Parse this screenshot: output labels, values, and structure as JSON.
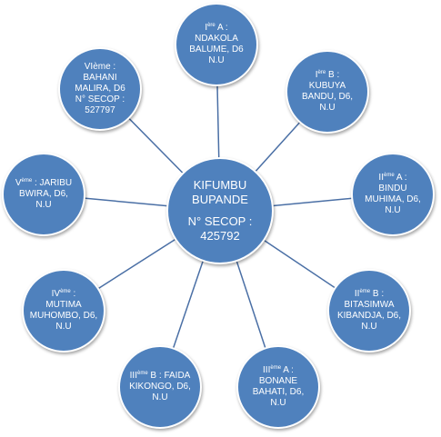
{
  "center": {
    "lines": [
      "KIFUMBU",
      "BUPANDE"
    ],
    "lines2": [
      "N° SECOP :",
      "425792"
    ]
  },
  "nodes": [
    {
      "id": "ia",
      "prefix": "I",
      "sup": "ère",
      "rest": " A :",
      "lines": [
        "NDAKOLA",
        "BALUME, D6",
        "N.U"
      ]
    },
    {
      "id": "ib",
      "prefix": "I",
      "sup": "ère",
      "rest": " B :",
      "lines": [
        "KUBUYA",
        "BANDU, D6,",
        "N.U"
      ]
    },
    {
      "id": "iia",
      "prefix": "II",
      "sup": "ème",
      "rest": " A :",
      "lines": [
        "BINDU",
        "MUHIMA, D6,",
        "N.U"
      ]
    },
    {
      "id": "iib",
      "prefix": "II",
      "sup": "ème",
      "rest": " B :",
      "lines": [
        "BITASIMWA",
        "KIBANDJA, D6,",
        "N.U"
      ]
    },
    {
      "id": "iiia",
      "prefix": "III",
      "sup": "ème",
      "rest": " A :",
      "lines": [
        "BONANE",
        "BAHATI, D6,",
        "N.U"
      ]
    },
    {
      "id": "iiib",
      "prefix": "III",
      "sup": "ème",
      "rest": " B : FAIDA",
      "lines": [
        "KIKONGO, D6,",
        "N.U"
      ]
    },
    {
      "id": "iv",
      "prefix": "IV",
      "sup": "ème",
      "rest": " :",
      "lines": [
        "MUTIMA",
        "MUHOMBO, D6,",
        "N.U"
      ]
    },
    {
      "id": "v",
      "prefix": "V",
      "sup": "ème",
      "rest": " : JARIBU",
      "lines": [
        "BWIRA, D6,",
        "N.U"
      ]
    },
    {
      "id": "vi",
      "prefix": "",
      "sup": "",
      "rest": "VIème :",
      "lines": [
        "BAHANI",
        "MALIRA, D6",
        "N° SECOP :",
        "527797"
      ]
    }
  ],
  "colors": {
    "node_fill": "#4f81bd",
    "connector": "#4a6fa5"
  }
}
